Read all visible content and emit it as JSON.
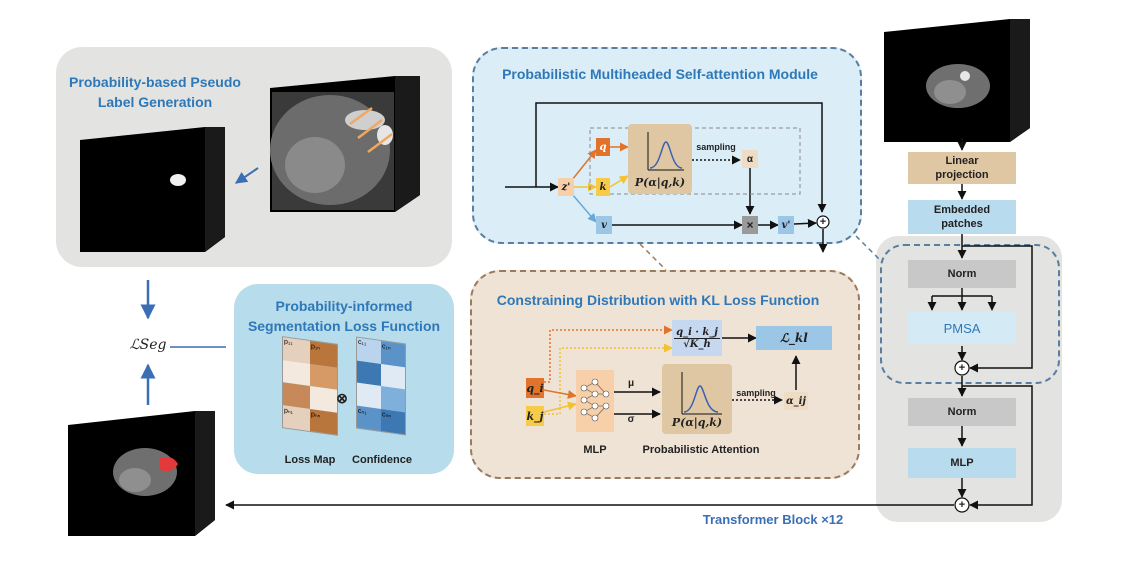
{
  "panels": {
    "pseudo_label": {
      "title": "Probability-based Pseudo Label Generation"
    },
    "pmsa": {
      "title": "Probabilistic Multiheaded Self-attention Module"
    },
    "kl": {
      "title": "Constraining Distribution with KL Loss Function"
    },
    "seg_loss": {
      "title": "Probability-informed Segmentation Loss Function"
    }
  },
  "pmsa_module": {
    "z": "z'",
    "q": "q",
    "k": "k",
    "v": "v",
    "alpha": "α",
    "v_prime": "v'",
    "p_formula": "P(α|q,k)",
    "sampling": "sampling",
    "times": "×",
    "plus": "+"
  },
  "kl_module": {
    "q": "q_i",
    "k": "k_j",
    "fraction_num": "q_i · k_j",
    "fraction_den": "√K_h",
    "loss": "ℒ_kl",
    "mu": "μ",
    "sigma": "σ",
    "mlp": "MLP",
    "p_formula": "P(α|q,k)",
    "prob_attention": "Probabilistic Attention",
    "sampling": "sampling",
    "alpha": "α_ij"
  },
  "seg_loss_module": {
    "loss_map": "Loss Map",
    "confidence": "Confidence",
    "otimes": "⊗",
    "loss_map_cells": [
      "p₁₁",
      "",
      "",
      "p₁ₙ",
      "",
      "",
      "",
      "",
      "pₙ₁",
      "",
      "",
      "pₙₙ"
    ],
    "confidence_cells": [
      "c₁₁",
      "",
      "",
      "c₁ₙ",
      "",
      "",
      "",
      "",
      "cₙ₁",
      "",
      "",
      "cₙₙ"
    ]
  },
  "seg_label": "ℒSeg",
  "transformer": {
    "linear_projection": "Linear projection",
    "embedded_patches": "Embedded patches",
    "norm1": "Norm",
    "pmsa": "PMSA",
    "norm2": "Norm",
    "mlp": "MLP",
    "block_label": "Transformer Block ×12"
  },
  "colors": {
    "title_blue": "#2f78b8",
    "pmsa_bg": "#dbeef8",
    "kl_bg": "#efe3d6",
    "gray_panel": "#e3e3e1",
    "seg_panel": "#b7dcec",
    "linear": "#e0c7a4",
    "embedded": "#b9dbee",
    "norm": "#c8c8c8",
    "pmsa_box": "#d4ebf6",
    "q_orange": "#e2732b",
    "k_yellow": "#f7cb45",
    "v_blue": "#9cc6e6"
  }
}
